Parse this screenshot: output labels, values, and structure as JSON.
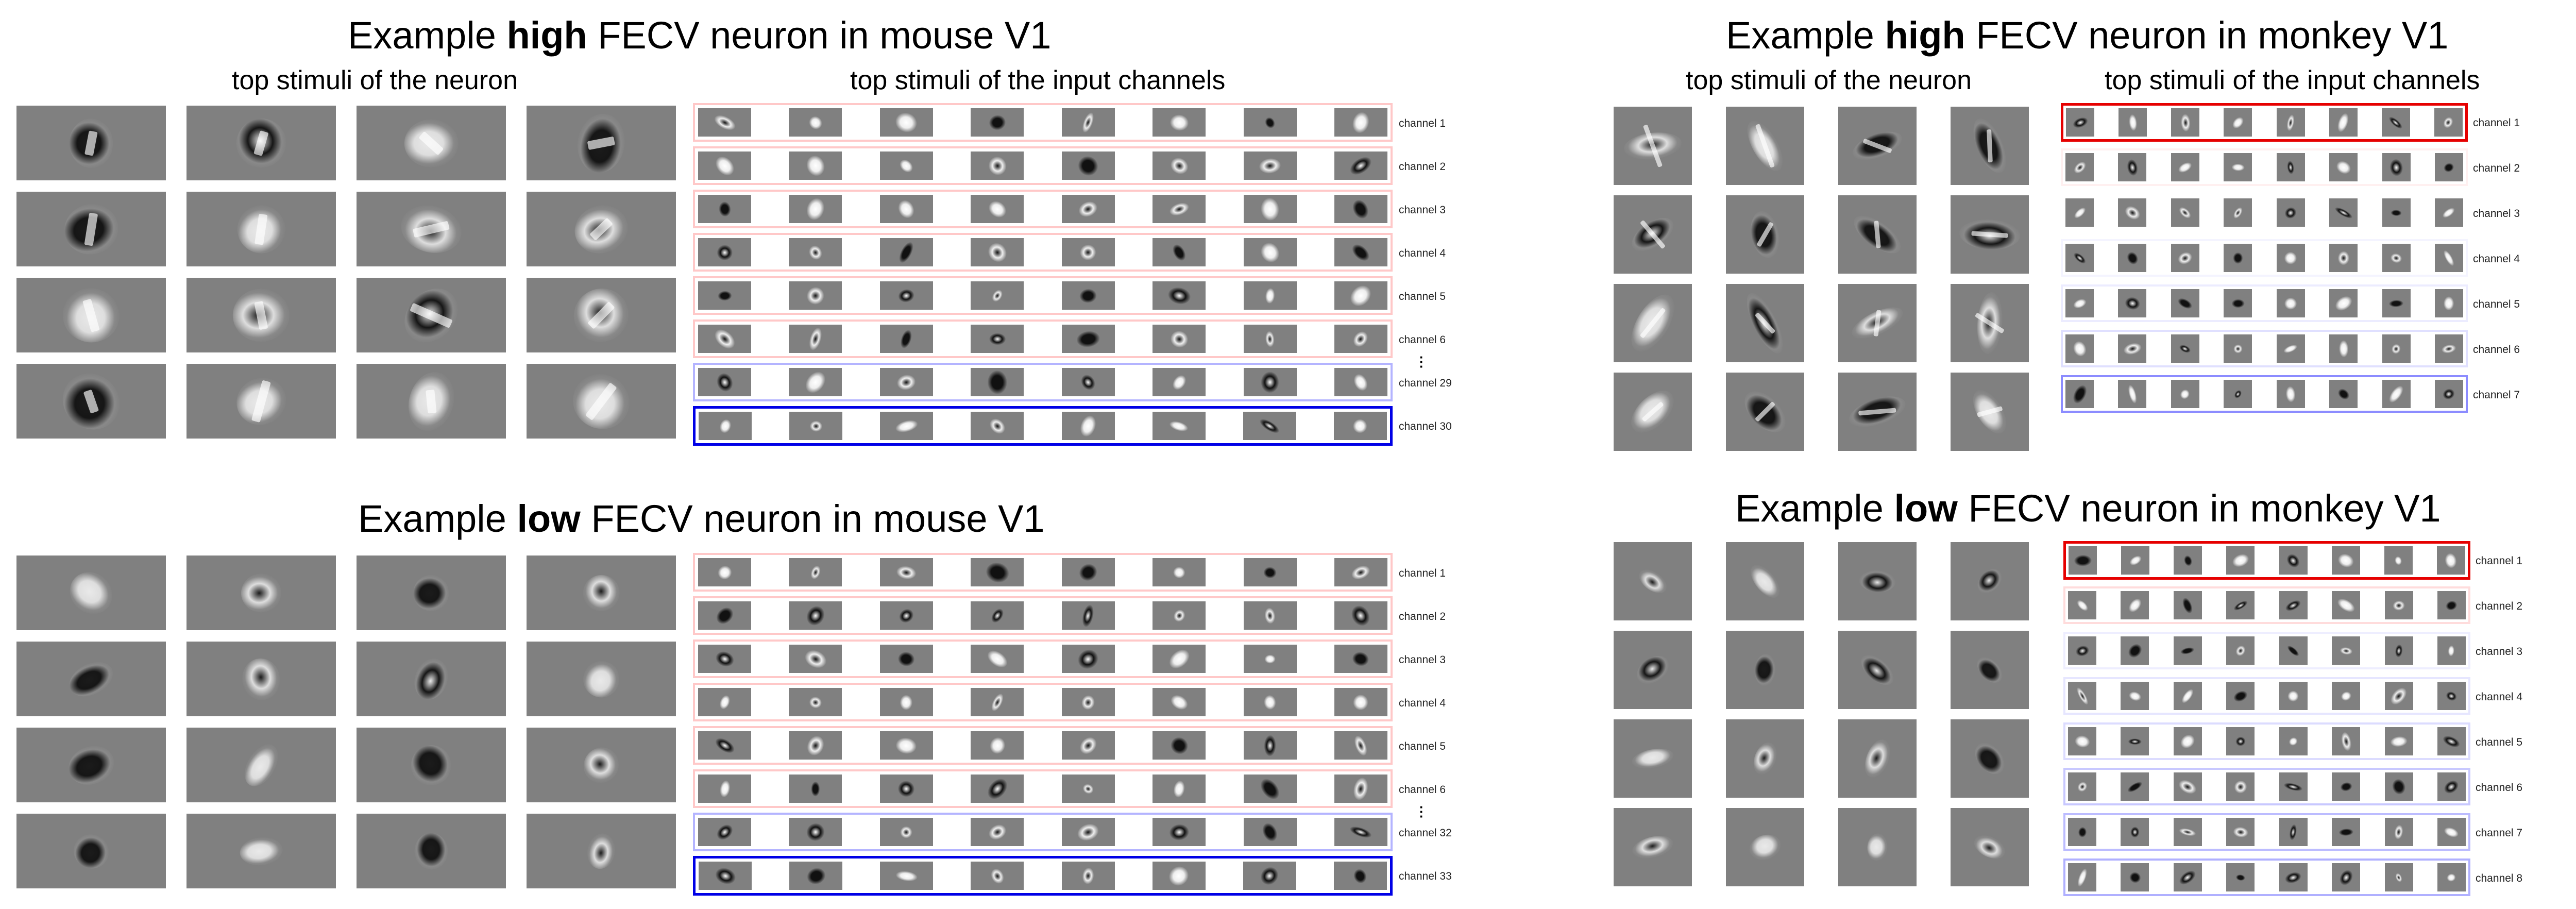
{
  "figure": {
    "panels": [
      {
        "id": "mouse-high",
        "title_prefix": "Example ",
        "title_bold": "high",
        "title_suffix": " FECV neuron in mouse V1",
        "neuron_header": "top stimuli of the neuron",
        "channels_header": "top stimuli of the input channels",
        "neuron_stimuli_grid": {
          "rows": 4,
          "cols": 4
        },
        "channel_stimuli_per_row": 8,
        "channels": [
          {
            "label": "channel 1",
            "frame_color": "#ffc8c8"
          },
          {
            "label": "channel 2",
            "frame_color": "#ffc8c8"
          },
          {
            "label": "channel 3",
            "frame_color": "#ffc8c8"
          },
          {
            "label": "channel 4",
            "frame_color": "#ffc8c8"
          },
          {
            "label": "channel 5",
            "frame_color": "#ffc8c8"
          },
          {
            "label": "channel 6",
            "frame_color": "#ffc8c8"
          },
          {
            "label": "channel 29",
            "frame_color": "#b4b4ff"
          },
          {
            "label": "channel 30",
            "frame_color": "#0000e6"
          }
        ],
        "ellipsis_after_index": 5,
        "ellipsis": "⋮"
      },
      {
        "id": "mouse-low",
        "title_prefix": "Example ",
        "title_bold": "low",
        "title_suffix": " FECV neuron in mouse V1",
        "neuron_stimuli_grid": {
          "rows": 4,
          "cols": 4
        },
        "channel_stimuli_per_row": 8,
        "channels": [
          {
            "label": "channel 1",
            "frame_color": "#ffc8c8"
          },
          {
            "label": "channel 2",
            "frame_color": "#ffc8c8"
          },
          {
            "label": "channel 3",
            "frame_color": "#ffc8c8"
          },
          {
            "label": "channel 4",
            "frame_color": "#ffc8c8"
          },
          {
            "label": "channel 5",
            "frame_color": "#ffc8c8"
          },
          {
            "label": "channel 6",
            "frame_color": "#ffc8c8"
          },
          {
            "label": "channel 32",
            "frame_color": "#b4b4ff"
          },
          {
            "label": "channel 33",
            "frame_color": "#0000e6"
          }
        ],
        "ellipsis_after_index": 5,
        "ellipsis": "⋮"
      },
      {
        "id": "monkey-high",
        "title_prefix": "Example ",
        "title_bold": "high",
        "title_suffix": " FECV neuron in monkey V1",
        "neuron_header": "top stimuli of the neuron",
        "channels_header": "top stimuli of the input channels",
        "neuron_stimuli_grid": {
          "rows": 4,
          "cols": 4
        },
        "channel_stimuli_per_row": 8,
        "channels": [
          {
            "label": "channel 1",
            "frame_color": "#e60000"
          },
          {
            "label": "channel 2",
            "frame_color": "#fff0f0"
          },
          {
            "label": "channel 3",
            "frame_color": "#ffffff"
          },
          {
            "label": "channel 4",
            "frame_color": "#f4f4ff"
          },
          {
            "label": "channel 5",
            "frame_color": "#ececff"
          },
          {
            "label": "channel 6",
            "frame_color": "#e0e0ff"
          },
          {
            "label": "channel 7",
            "frame_color": "#8c8cff"
          }
        ]
      },
      {
        "id": "monkey-low",
        "title_prefix": "Example ",
        "title_bold": "low",
        "title_suffix": " FECV neuron in monkey V1",
        "neuron_stimuli_grid": {
          "rows": 4,
          "cols": 4
        },
        "channel_stimuli_per_row": 8,
        "channels": [
          {
            "label": "channel 1",
            "frame_color": "#e60000"
          },
          {
            "label": "channel 2",
            "frame_color": "#ffdcdc"
          },
          {
            "label": "channel 3",
            "frame_color": "#eeeeff"
          },
          {
            "label": "channel 4",
            "frame_color": "#e6e6ff"
          },
          {
            "label": "channel 5",
            "frame_color": "#dcdcff"
          },
          {
            "label": "channel 6",
            "frame_color": "#c8c8ff"
          },
          {
            "label": "channel 7",
            "frame_color": "#bcbcff"
          },
          {
            "label": "channel 8",
            "frame_color": "#b0b0ff"
          }
        ]
      }
    ]
  }
}
